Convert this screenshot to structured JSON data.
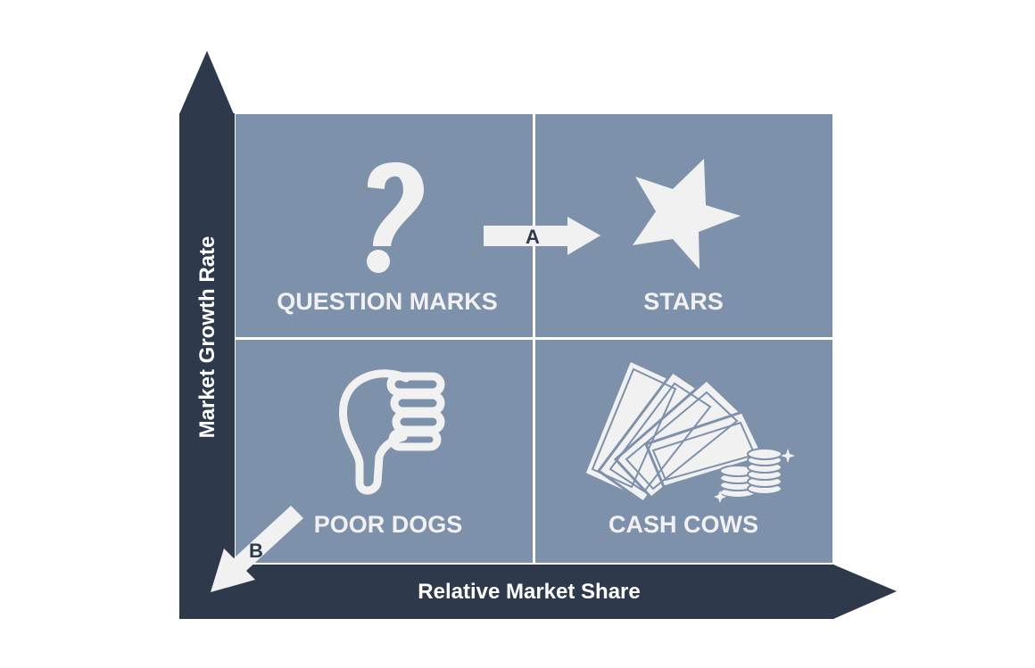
{
  "axes": {
    "y_label": "Market Growth Rate",
    "x_label": "Relative Market Share"
  },
  "quadrants": {
    "question_marks": {
      "label": "QUESTION MARKS",
      "icon": "question-mark-icon"
    },
    "stars": {
      "label": "STARS",
      "icon": "star-icon"
    },
    "poor_dogs": {
      "label": "POOR DOGS",
      "icon": "thumbs-down-icon"
    },
    "cash_cows": {
      "label": "CASH COWS",
      "icon": "money-icon"
    }
  },
  "arrows": {
    "a_label": "A",
    "b_label": "B"
  },
  "colors": {
    "axis": "#2e3a4b",
    "quadrant": "#7e91ab",
    "icon": "#f1f1f1"
  }
}
